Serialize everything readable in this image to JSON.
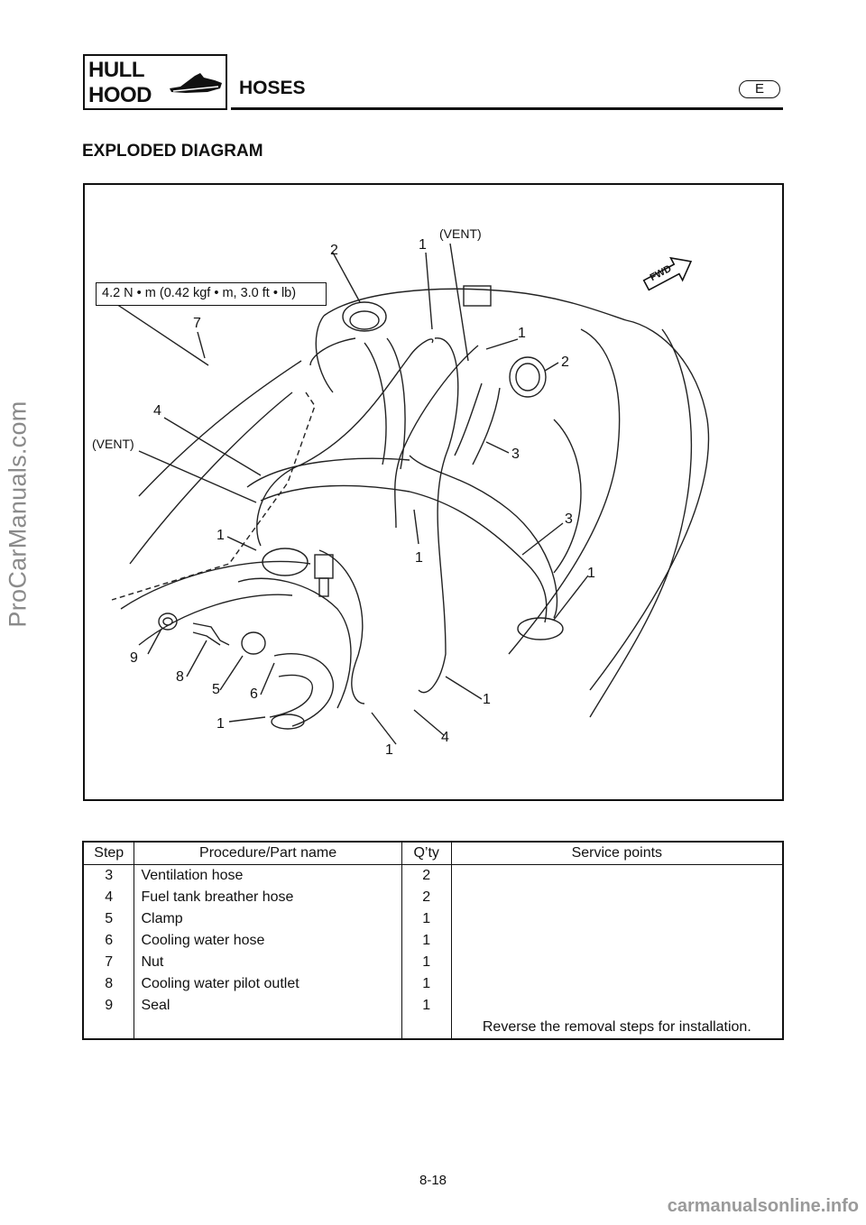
{
  "header": {
    "badge_line1": "HULL",
    "badge_line2": "HOOD",
    "badge_icon": "personal-watercraft-icon",
    "section_title": "HOSES",
    "language_badge": "E"
  },
  "watermark_left": "ProCarManuals.com",
  "diagram": {
    "title": "EXPLODED DIAGRAM",
    "torque_spec": "4.2 N • m (0.42 kgf • m, 3.0 ft • lb)",
    "fwd_label": "FWD",
    "vent_top": "(VENT)",
    "vent_left": "(VENT)",
    "callouts": [
      "2",
      "1",
      "7",
      "1",
      "2",
      "4",
      "3",
      "1",
      "3",
      "1",
      "1",
      "9",
      "8",
      "5",
      "6",
      "1",
      "1",
      "1",
      "4"
    ]
  },
  "table": {
    "headers": [
      "Step",
      "Procedure/Part name",
      "Q’ty",
      "Service points"
    ],
    "rows": [
      {
        "step": "3",
        "name": "Ventilation hose",
        "qty": "2",
        "service": ""
      },
      {
        "step": "4",
        "name": "Fuel tank breather hose",
        "qty": "2",
        "service": ""
      },
      {
        "step": "5",
        "name": "Clamp",
        "qty": "1",
        "service": ""
      },
      {
        "step": "6",
        "name": "Cooling water hose",
        "qty": "1",
        "service": ""
      },
      {
        "step": "7",
        "name": "Nut",
        "qty": "1",
        "service": ""
      },
      {
        "step": "8",
        "name": "Cooling water pilot outlet",
        "qty": "1",
        "service": ""
      },
      {
        "step": "9",
        "name": "Seal",
        "qty": "1",
        "service": ""
      },
      {
        "step": "",
        "name": "",
        "qty": "",
        "service": "Reverse the removal steps for installation."
      }
    ]
  },
  "page_number": "8-18",
  "site_credit": "carmanualsonline.info"
}
